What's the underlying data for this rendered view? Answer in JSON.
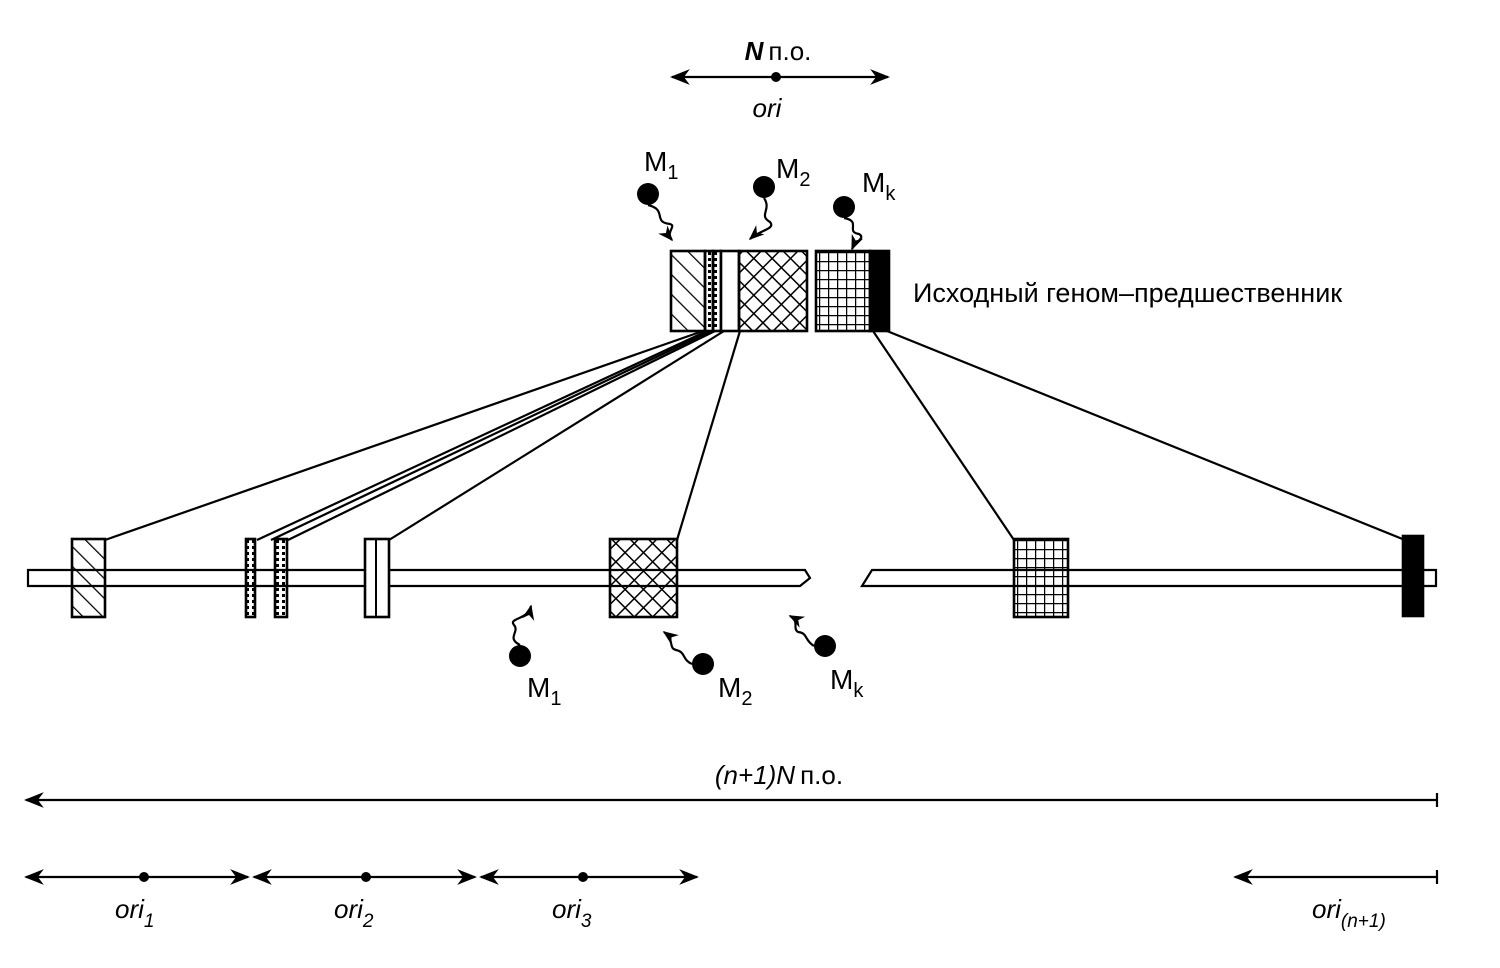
{
  "top": {
    "bp_var": "N",
    "bp_unit": "п.о.",
    "ori": "ori"
  },
  "precursor": {
    "label": "Исходный геном–предшественник"
  },
  "markers": {
    "m1": {
      "base": "M",
      "sub": "1"
    },
    "m2": {
      "base": "M",
      "sub": "2"
    },
    "mk": {
      "base": "M",
      "sub": "k"
    }
  },
  "bottom": {
    "length_var": "(n+1)N",
    "length_unit": "п.о.",
    "ori_labels": [
      {
        "base": "ori",
        "sub": "1"
      },
      {
        "base": "ori",
        "sub": "2"
      },
      {
        "base": "ori",
        "sub": "3"
      },
      {
        "base": "ori",
        "sub": "(n+1)"
      }
    ]
  },
  "colors": {
    "ink": "#000000",
    "background": "#ffffff"
  }
}
